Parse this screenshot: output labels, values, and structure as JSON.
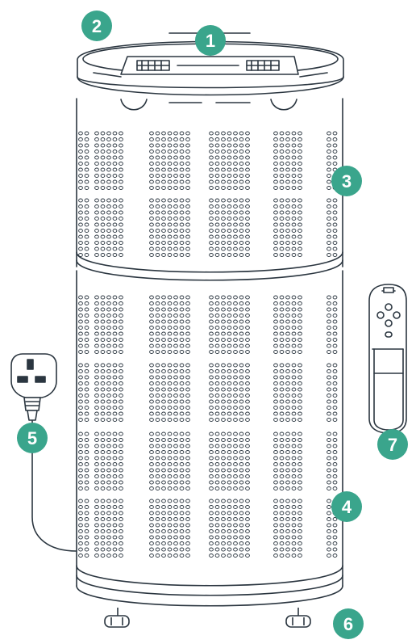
{
  "colors": {
    "badge": "#3aa58c",
    "badge_text": "#ffffff",
    "line": "#2b3640",
    "background": "#ffffff"
  },
  "callouts": [
    {
      "number": "1",
      "part": "control-panel"
    },
    {
      "number": "2",
      "part": "top-lid"
    },
    {
      "number": "3",
      "part": "upper-filter-housing"
    },
    {
      "number": "4",
      "part": "lower-filter-housing"
    },
    {
      "number": "5",
      "part": "power-plug"
    },
    {
      "number": "6",
      "part": "castor-wheels"
    },
    {
      "number": "7",
      "part": "remote-control"
    }
  ],
  "icons": [
    "air-purifier-icon",
    "power-plug-icon",
    "remote-control-icon",
    "castor-wheel-icon"
  ]
}
